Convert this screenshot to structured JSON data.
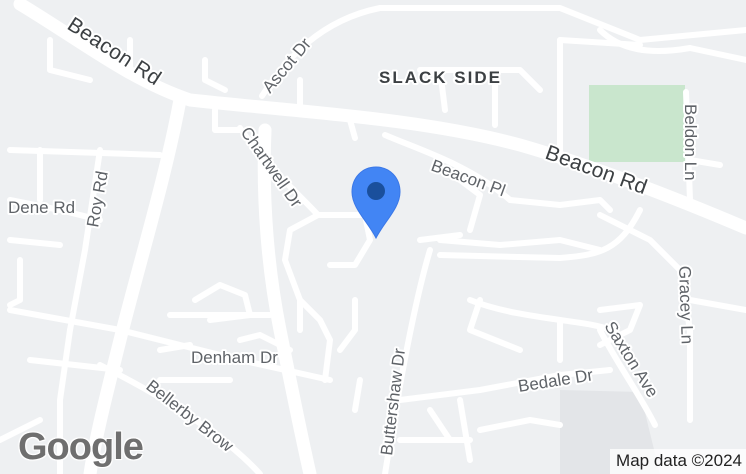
{
  "map": {
    "area_label": "SLACK SIDE",
    "roads": {
      "beacon_rd_left": "Beacon Rd",
      "beacon_rd_right": "Beacon Rd",
      "ascot_dr": "Ascot Dr",
      "chartwell_dr": "Chartwell Dr",
      "beacon_pl": "Beacon Pl",
      "beldon_ln": "Beldon Ln",
      "dene_rd": "Dene Rd",
      "roy_rd": "Roy Rd",
      "gracey_ln": "Gracey Ln",
      "buttershaw_dr": "Buttershaw Dr",
      "saxton_ave": "Saxton Ave",
      "denham_dr": "Denham Dr",
      "bedale_dr": "Bedale Dr",
      "bellerby_brow": "Bellerby Brow"
    },
    "logo_text": "Google",
    "attribution": "Map data ©2024",
    "colors": {
      "background": "#eef0f2",
      "road": "#ffffff",
      "park": "#c9e6cd",
      "pin": "#4285f4",
      "pin_dot": "#1a4f9c"
    }
  }
}
